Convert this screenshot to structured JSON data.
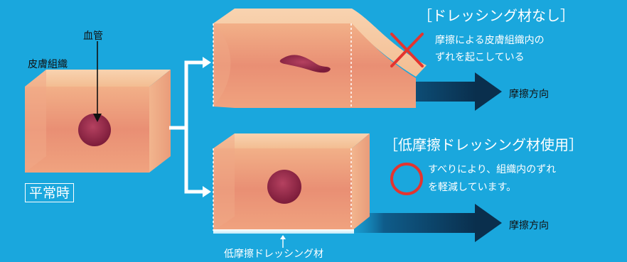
{
  "labels": {
    "tissue": "皮膚組織",
    "vessel": "血管",
    "normal": "平常時",
    "dressing": "低摩擦ドレッシング材",
    "friction_dir_top": "摩擦方向",
    "friction_dir_bottom": "摩擦方向"
  },
  "top_case": {
    "title": "［ドレッシング材なし］",
    "mark": "cross",
    "desc_line1": "摩擦による皮膚組織内の",
    "desc_line2": "ずれを起こしている"
  },
  "bottom_case": {
    "title": "［低摩擦ドレッシング材使用］",
    "mark": "circle",
    "desc_line1": "すべりにより、組織内のずれ",
    "desc_line2": "を軽減しています。"
  },
  "colors": {
    "background": "#1aa7dd",
    "block_front": "#e9967a",
    "block_top": "#f6c9a2",
    "vessel": "#a8324e",
    "mark_red": "#e3342f",
    "arrow_dark": "#0d3a5c"
  }
}
